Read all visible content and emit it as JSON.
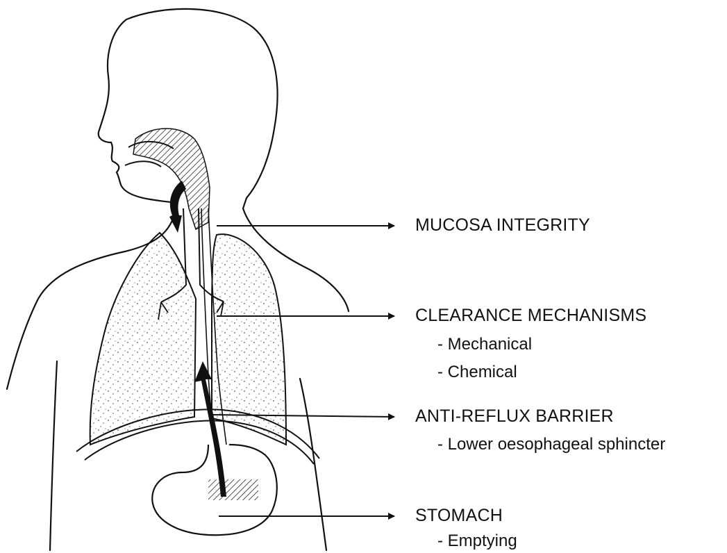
{
  "colors": {
    "ink": "#111111",
    "lung_fill": "#f3f3f3",
    "background": "#ffffff"
  },
  "labels": {
    "mucosa": {
      "title": "MUCOSA INTEGRITY"
    },
    "clearance": {
      "title": "CLEARANCE MECHANISMS",
      "items": [
        "- Mechanical",
        "- Chemical"
      ]
    },
    "antireflux": {
      "title": "ANTI-REFLUX BARRIER",
      "items": [
        "- Lower oesophageal sphincter"
      ]
    },
    "stomach": {
      "title": "STOMACH",
      "items": [
        "- Emptying"
      ]
    }
  }
}
